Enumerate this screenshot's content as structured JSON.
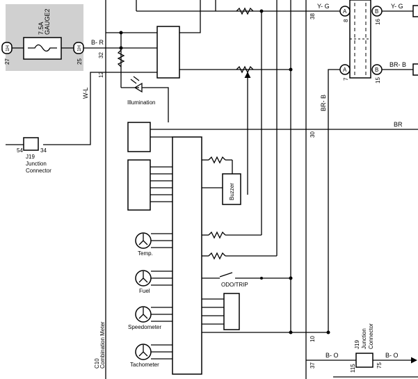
{
  "fuse": {
    "rating": "7.5A",
    "name": "GAUGE2",
    "pin_left": "27",
    "pin_right": "25",
    "terminal": "1H"
  },
  "wire_labels": {
    "b_r": "B- R",
    "w_l": "W-L",
    "y_g": "Y- G",
    "br_b": "BR- B",
    "br": "BR",
    "b_o": "B- O"
  },
  "pins": {
    "p32": "32",
    "p12": "12",
    "p38": "38",
    "p30": "30",
    "p10": "10",
    "p37": "37",
    "p54": "54",
    "p34": "34",
    "p8": "8",
    "p16": "16",
    "p7": "7",
    "p15": "15",
    "p115": "115",
    "p75": "75"
  },
  "connector_letters": {
    "a": "A",
    "b": "B"
  },
  "junction": {
    "id": "J19",
    "line1": "Junction",
    "line2": "Connector"
  },
  "meter": {
    "id": "C10",
    "name": "Combination Meter"
  },
  "components": {
    "illumination": "Illumination",
    "buzzer": "Buzzer",
    "temp": "Temp.",
    "fuel": "Fuel",
    "speedometer": "Speedometer",
    "tachometer": "Tachometer",
    "odo_trip": "ODO/TRIP"
  }
}
